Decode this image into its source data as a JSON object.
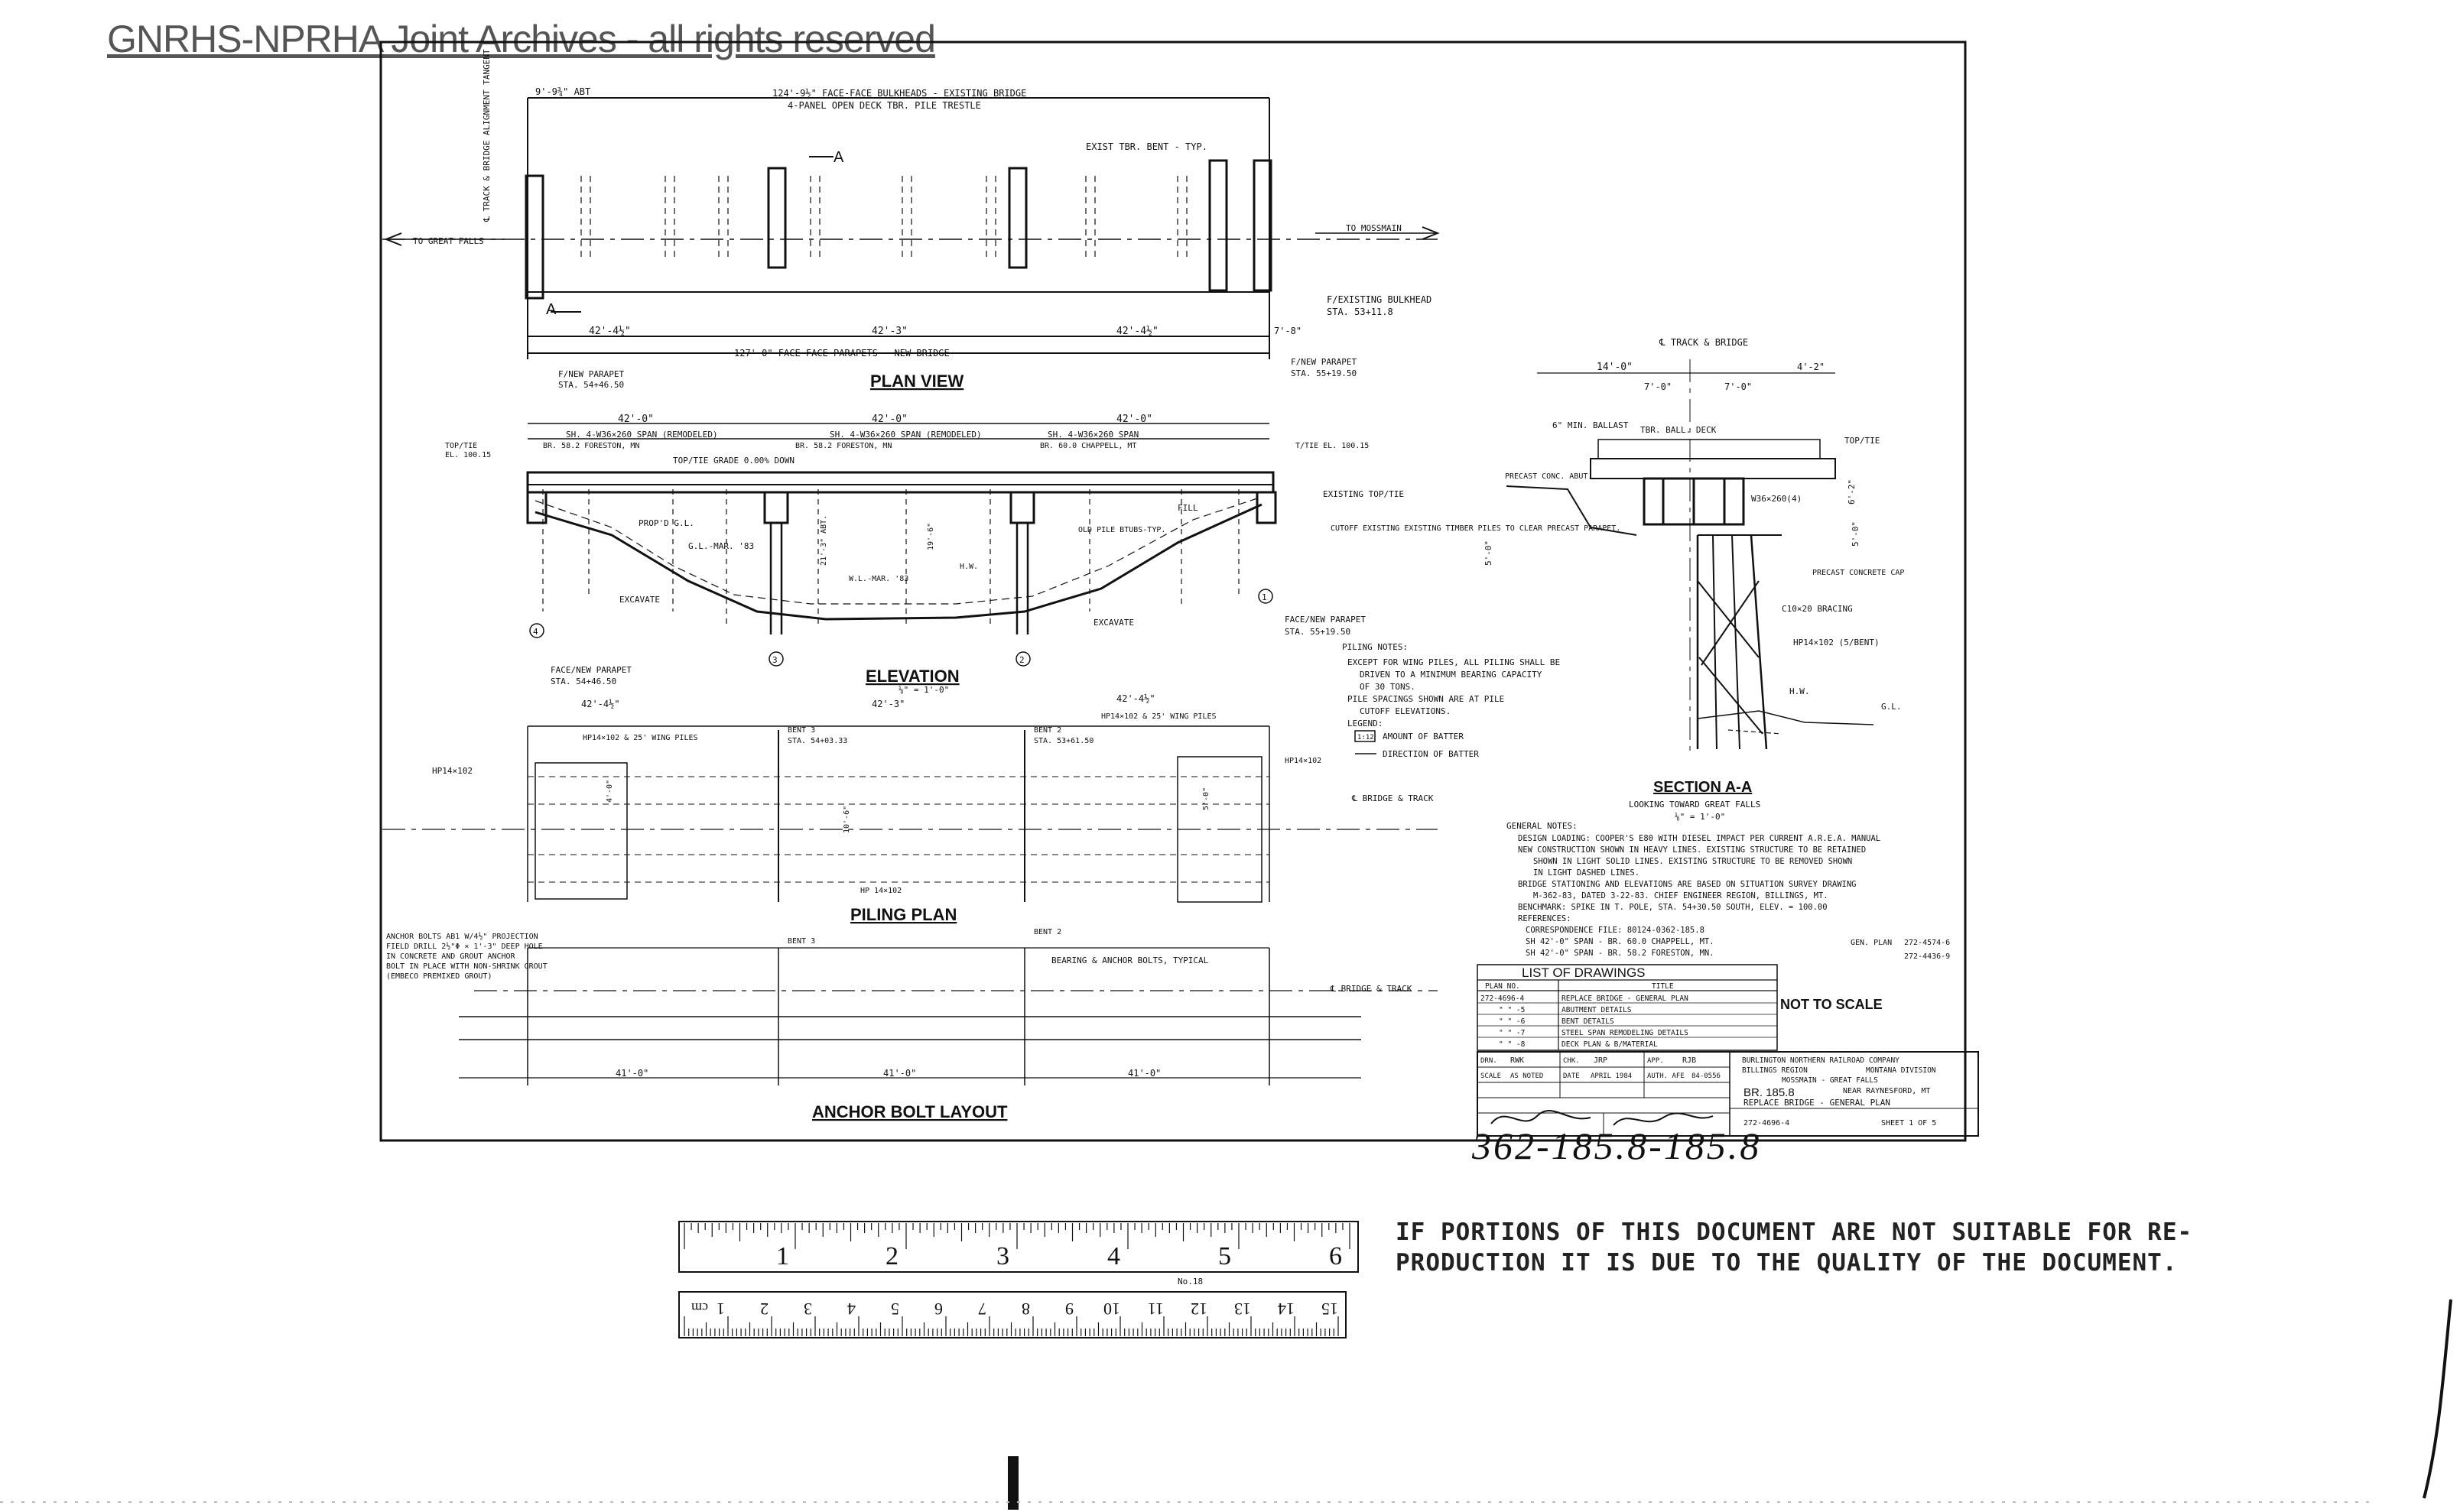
{
  "watermark": {
    "prefix": "GNRHS-NPRHA",
    "rest": " Joint Archives - all rights reserved"
  },
  "plan": {
    "title": "PLAN VIEW",
    "top_note1": "124'-9½\" FACE-FACE BULKHEADS - EXISTING BRIDGE",
    "top_note2": "4-PANEL OPEN DECK TBR. PILE TRESTLE",
    "abt_left": "9'-9¾\" ABT",
    "exist_bent": "EXIST TBR. BENT - TYP.",
    "to_left": "TO GREAT FALLS",
    "to_right": "TO MOSSMAIN",
    "track_note": "℄ TRACK & BRIDGE ALIGNMENT TANGENT",
    "dim_left": "42'-4½\"",
    "dim_mid": "42'-3\"",
    "dim_right": "42'-4½\"",
    "dim_7": "7'-8\"",
    "total": "127'-0\" FACE-FACE PARAPETS - NEW BRIDGE",
    "bulkhead": "F/EXISTING BULKHEAD",
    "bulkhead_sta": "STA. 53+11.8",
    "parapet_left": "F/NEW PARAPET",
    "parapet_left_sta": "STA. 54+46.50",
    "parapet_right": "F/NEW PARAPET",
    "parapet_right_sta": "STA. 55+19.50",
    "section_mark": "A"
  },
  "elevation": {
    "title": "ELEVATION",
    "scale": "⅛\" = 1'-0\"",
    "span1_len": "42'-0\"",
    "span2_len": "42'-0\"",
    "span3_len": "42'-0\"",
    "span1": "SH. 4-W36×260 SPAN (REMODELED)",
    "span1_src": "BR. 58.2 FORESTON, MN",
    "span2": "SH. 4-W36×260 SPAN (REMODELED)",
    "span2_src": "BR. 58.2 FORESTON, MN",
    "span3": "SH. 4-W36×260 SPAN",
    "span3_src": "BR. 60.0 CHAPPELL, MT",
    "top_tie": "TOP/TIE",
    "el_left": "EL. 100.15",
    "grade": "TOP/TIE GRADE 0.00% DOWN",
    "prop_gl": "PROP'D G.L.",
    "gl_mar": "G.L.-MAR. '83",
    "excavate1": "EXCAVATE",
    "excavate2": "EXCAVATE",
    "old_pile": "OLD PILE BTUBS-TYP.",
    "hw": "H.W.",
    "wl": "W.L.-MAR. '83",
    "fill": "FILL",
    "dim_a": "21'-3\" ABT.",
    "dim_b": "19'-6\"",
    "exist_topotie": "EXISTING TOP/TIE",
    "cutoff": "CUTOFF EXISTING EXISTING TIMBER PILES TO CLEAR PRECAST PARAPET.",
    "el_right": "EL. 100.15",
    "face_parapet": "FACE/NEW PARAPET",
    "face_parapet_sta": "STA. 55+19.50",
    "face_parapet_l": "FACE/NEW PARAPET",
    "face_parapet_l_sta": "STA. 54+46.50",
    "dim_left": "42'-4½\"",
    "dim_mid": "42'-3\"",
    "dim_right": "42'-4½\"",
    "num_4": "4",
    "num_3": "3",
    "num_2": "2",
    "num_1": "1",
    "tie_right": "T/TIE EL. 100.15"
  },
  "piling_notes": {
    "title": "PILING NOTES:",
    "line1": "EXCEPT FOR WING PILES, ALL PILING SHALL BE",
    "line2": "DRIVEN TO A MINIMUM BEARING CAPACITY",
    "line3": "OF 30 TONS.",
    "line4": "PILE SPACINGS SHOWN ARE AT PILE",
    "line5": "CUTOFF ELEVATIONS.",
    "legend": "LEGEND:",
    "legend1": "AMOUNT OF BATTER",
    "legend1_sym": "1:12",
    "legend2": "DIRECTION OF BATTER"
  },
  "piling_plan": {
    "title": "PILING PLAN",
    "hp_left": "HP14×102",
    "wing": "HP14×102 & 25' WING PILES",
    "bent3": "BENT 3",
    "bent3_sta": "STA. 54+03.33",
    "bent2": "BENT 2",
    "bent2_sta": "STA. 53+61.50",
    "hp_mid": "HP 14×102",
    "hp_right_wing": "HP14×102 & 25' WING PILES",
    "hp_right": "HP14×102",
    "track_note": "℄ BRIDGE & TRACK",
    "d1": "4'-0\"",
    "d2": "10'-6\"",
    "d3": "5'-0\""
  },
  "anchor": {
    "title": "ANCHOR BOLT LAYOUT",
    "note1": "ANCHOR BOLTS AB1 W/4½\" PROJECTION",
    "note2": "FIELD DRILL 2½\"Φ × 1'-3\" DEEP HOLE",
    "note3": "IN CONCRETE AND GROUT ANCHOR",
    "note4": "BOLT IN PLACE WITH NON-SHRINK GROUT",
    "note5": "(EMBECO PREMIXED GROUT)",
    "bent3": "BENT 3",
    "bent2": "BENT 2",
    "bearing": "BEARING & ANCHOR BOLTS, TYPICAL",
    "track": "℄ BRIDGE & TRACK",
    "dim_left": "41'-0\"",
    "dim_mid": "41'-0\"",
    "dim_right": "41'-0\""
  },
  "section": {
    "title": "SECTION A-A",
    "sub": "LOOKING TOWARD GREAT FALLS",
    "scale": "⅛\" = 1'-0\"",
    "track": "℄ TRACK & BRIDGE",
    "w14": "14'-0\"",
    "w7a": "7'-0\"",
    "w7b": "7'-0\"",
    "w4": "4'-2\"",
    "ballast": "6\" MIN. BALLAST",
    "deck": "TBR. BALL. DECK",
    "top_tie": "TOP/TIE",
    "precast": "PRECAST CONC. ABUT.",
    "w36": "W36×260(4)",
    "precast_cap": "PRECAST CONCRETE CAP",
    "bracing": "C10×20 BRACING",
    "hp": "HP14×102 (5/BENT)",
    "hw": "H.W.",
    "gl": "G.L.",
    "d1": "5'-0\"",
    "d2": "6'-2\"",
    "d3": "5'-0\""
  },
  "general_notes": {
    "title": "GENERAL NOTES:",
    "lines": [
      "DESIGN LOADING: COOPER'S E80 WITH DIESEL IMPACT PER CURRENT A.R.E.A. MANUAL",
      "NEW CONSTRUCTION SHOWN IN HEAVY LINES. EXISTING STRUCTURE TO BE RETAINED",
      "SHOWN IN LIGHT SOLID LINES. EXISTING STRUCTURE TO BE REMOVED SHOWN",
      "IN LIGHT DASHED LINES.",
      "BRIDGE STATIONING AND ELEVATIONS ARE BASED ON SITUATION SURVEY DRAWING",
      "M-362-83, DATED 3-22-83. CHIEF ENGINEER REGION, BILLINGS, MT.",
      "BENCHMARK: SPIKE IN T. POLE, STA. 54+30.50 SOUTH, ELEV. = 100.00",
      "REFERENCES:",
      "CORRESPONDENCE FILE: 80124-0362-185.8",
      "SH 42'-0\" SPAN - BR. 60.0 CHAPPELL, MT.",
      "SH 42'-0\" SPAN - BR. 58.2 FORESTON, MN."
    ],
    "gen_plan": "GEN. PLAN",
    "ref1": "272-4574-6",
    "ref2": "272-4436-9"
  },
  "drawings": {
    "title": "LIST OF DRAWINGS",
    "col1": "PLAN NO.",
    "col2": "TITLE",
    "rows": [
      {
        "no": "272-4696-4",
        "title": "REPLACE BRIDGE - GENERAL PLAN"
      },
      {
        "no": "\" \" -5",
        "title": "ABUTMENT DETAILS"
      },
      {
        "no": "\" \" -6",
        "title": "BENT DETAILS"
      },
      {
        "no": "\" \" -7",
        "title": "STEEL SPAN REMODELING DETAILS"
      },
      {
        "no": "\" \" -8",
        "title": "DECK PLAN & B/MATERIAL"
      }
    ],
    "nts": "NOT TO SCALE"
  },
  "title_block": {
    "company": "BURLINGTON NORTHERN RAILROAD COMPANY",
    "region": "BILLINGS REGION",
    "division": "MONTANA DIVISION",
    "route": "MOSSMAIN - GREAT FALLS",
    "bridge": "BR. 185.8",
    "near": "NEAR RAYNESFORD, MT",
    "desc": "REPLACE BRIDGE - GENERAL PLAN",
    "dr": "DRN.",
    "drn": "RWK",
    "chk": "CHK.",
    "chkn": "JRP",
    "scale": "SCALE",
    "scale_v": "AS NOTED",
    "app": "APP.",
    "appn": "RJB",
    "date": "DATE",
    "date_v": "APRIL 1984",
    "auth": "AUTH. AFE",
    "auth_v": "84-0556",
    "drawing_no": "272-4696-4",
    "sheet": "SHEET 1 OF 5"
  },
  "drawing_number": "362-185.8-185.8",
  "ruler": {
    "inches": [
      "1",
      "2",
      "3",
      "4",
      "5",
      "6"
    ],
    "cm": [
      "15",
      "14",
      "13",
      "12",
      "11",
      "10",
      "9",
      "8",
      "7",
      "6",
      "5",
      "4",
      "3",
      "2",
      "1"
    ],
    "cm_unit": "cm",
    "model": "No.18"
  },
  "notice": {
    "line1": "IF PORTIONS OF THIS DOCUMENT ARE NOT SUITABLE FOR RE-",
    "line2": "PRODUCTION IT IS DUE TO THE QUALITY OF THE DOCUMENT."
  }
}
